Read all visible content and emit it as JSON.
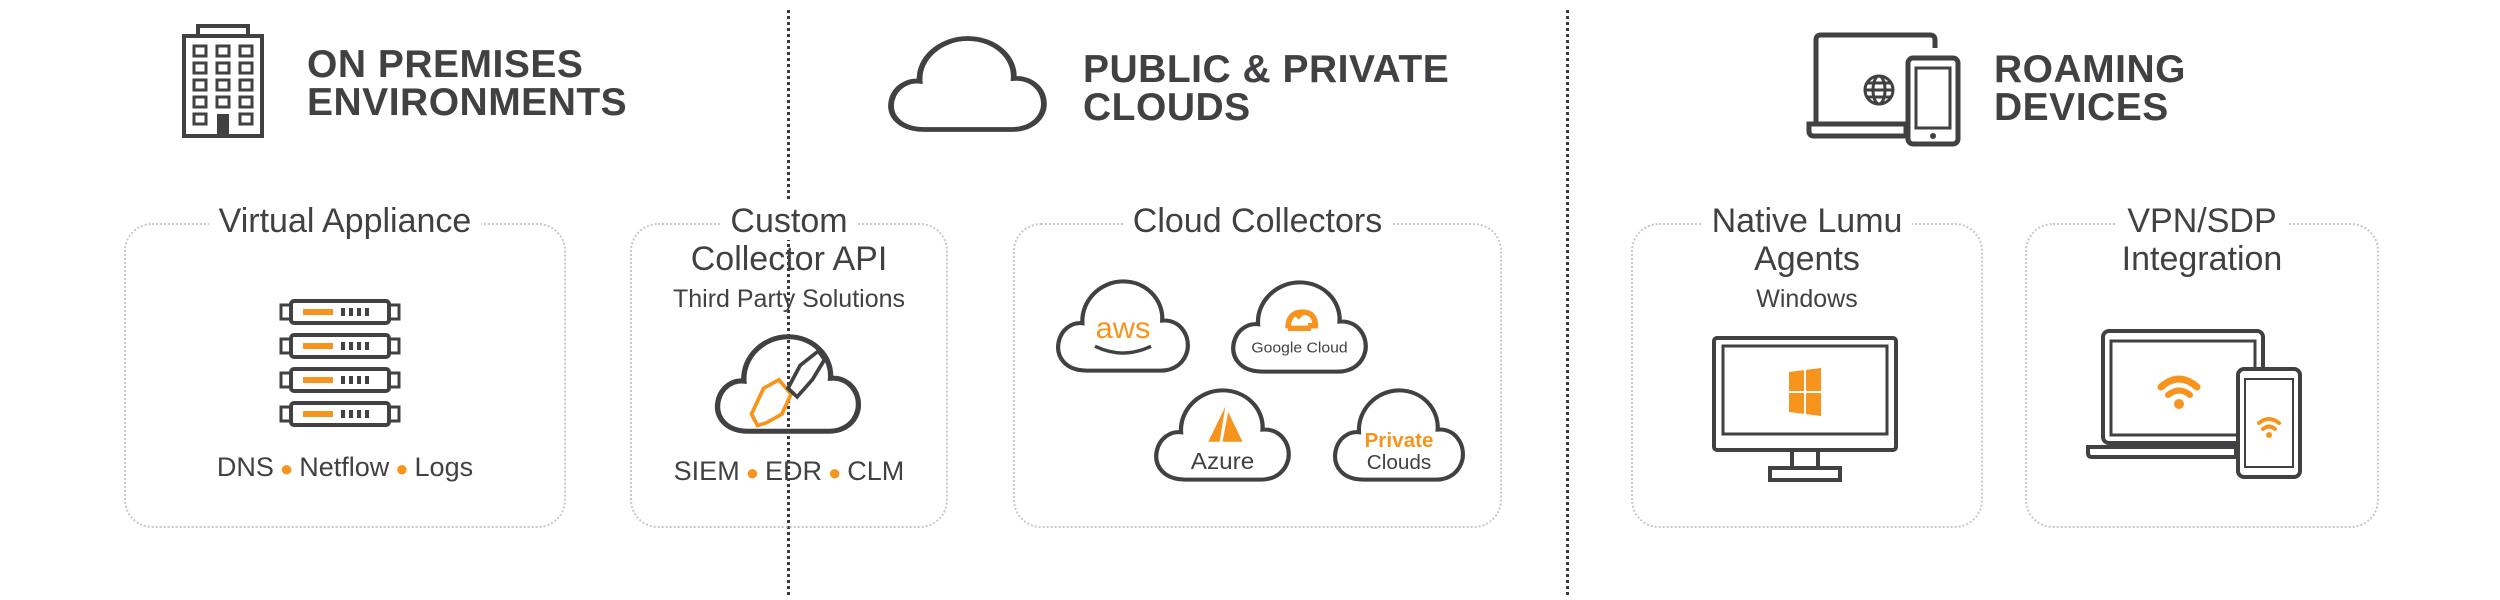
{
  "colors": {
    "dark": "#414042",
    "accent": "#f7941d",
    "border": "#c8c8c8"
  },
  "sections": {
    "on_premises": {
      "title_line1": "ON PREMISES",
      "title_line2": "ENVIRONMENTS",
      "icon": "building-icon"
    },
    "clouds": {
      "title_line1": "PUBLIC & PRIVATE",
      "title_line2": "CLOUDS",
      "icon": "cloud-icon"
    },
    "roaming": {
      "title_line1": "ROAMING",
      "title_line2": "DEVICES",
      "icon": "laptop-tablet-icon"
    }
  },
  "boxes": {
    "virtual_appliance": {
      "title": "Virtual Appliance",
      "items": [
        "DNS",
        "Netflow",
        "Logs"
      ],
      "icon": "server-rack-icon"
    },
    "custom_collector": {
      "title_line1": "Custom",
      "title_line2": "Collector API",
      "subtitle": "Third Party Solutions",
      "items": [
        "SIEM",
        "EDR",
        "CLM"
      ],
      "icon": "cloud-plug-icon"
    },
    "cloud_collectors": {
      "title": "Cloud Collectors",
      "logos": {
        "aws": "aws",
        "google": "Google Cloud",
        "azure": "Azure",
        "private_1": "Private",
        "private_2": "Clouds"
      }
    },
    "native_agents": {
      "title_line1": "Native Lumu",
      "title_line2": "Agents",
      "subtitle": "Windows",
      "icon": "windows-monitor-icon"
    },
    "vpn_sdp": {
      "title_line1": "VPN/SDP",
      "title_line2": "Integration",
      "icon": "laptop-phone-wifi-icon"
    }
  }
}
